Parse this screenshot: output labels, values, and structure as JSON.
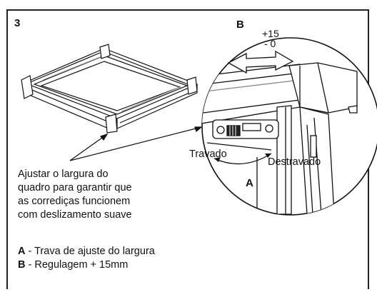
{
  "step_number": "3",
  "detail_label": "B",
  "tolerance": {
    "plus": "+15",
    "minus": "- 0"
  },
  "lock_labels": {
    "locked": "Travado",
    "unlocked": "Destravado"
  },
  "part_label_a": "A",
  "instruction": {
    "line1": "Ajustar o largura do",
    "line2": "quadro para garantir  que",
    "line3": "as corrediças  funcionem",
    "line4": "com deslizamento suave"
  },
  "legend": [
    {
      "key": "A",
      "text": " - Trava de ajuste do largura"
    },
    {
      "key": "B",
      "text": " - Regulagem + 15mm"
    }
  ]
}
